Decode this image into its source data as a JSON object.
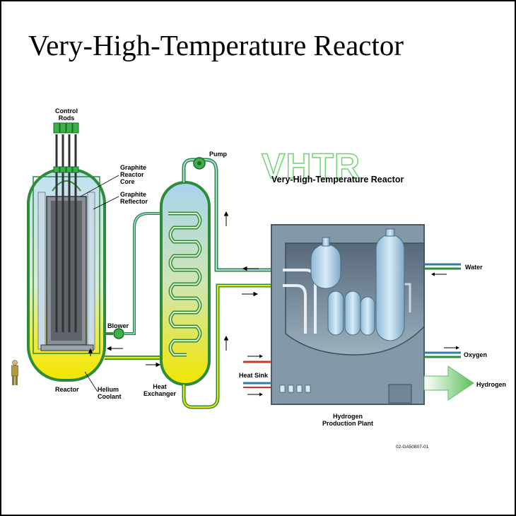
{
  "title": "Very-High-Temperature Reactor",
  "logo": {
    "acronym": "VHTR",
    "subtitle": "Very-High-Temperature Reactor",
    "outline_color": "#6fd46f"
  },
  "labels": {
    "control_rods": [
      "Control",
      "Rods"
    ],
    "graphite_core": [
      "Graphite",
      "Reactor",
      "Core"
    ],
    "graphite_reflector": [
      "Graphite",
      "Reflector"
    ],
    "pump": "Pump",
    "blower": "Blower",
    "reactor": "Reactor",
    "helium_coolant": [
      "Helium",
      "Coolant"
    ],
    "heat_exchanger": [
      "Heat",
      "Exchanger"
    ],
    "heat_sink": "Heat Sink",
    "water": "Water",
    "oxygen": "Oxygen",
    "hydrogen": "Hydrogen",
    "hydrogen_plant": [
      "Hydrogen",
      "Production Plant"
    ],
    "figure_code": "02-GA50807-01"
  },
  "colors": {
    "vessel_green": "#2e8b3a",
    "helium_yellow": "#f2e600",
    "coolant_blue": "#a8d4ee",
    "plant_steel": "#6f8796",
    "hydrogen_arrow": "#5cbf5c"
  }
}
